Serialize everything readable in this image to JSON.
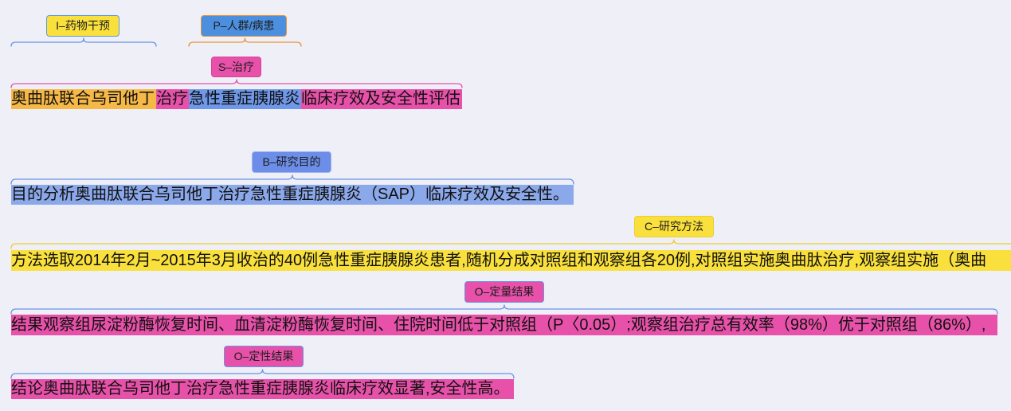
{
  "labels": {
    "intervention": "I–药物干预",
    "population": "P–人群/病患",
    "treatment": "S–治疗",
    "objective": "B–研究目的",
    "method": "C–研究方法",
    "quantitative_result": "O–定量结果",
    "qualitative_result": "O–定性结果"
  },
  "title_line": {
    "drug": "奥曲肽联合乌司他丁",
    "treatment": "治疗",
    "disease": "急性重症胰腺炎",
    "outcome": "临床疗效及安全性评估"
  },
  "objective_line": "目的分析奥曲肽联合乌司他丁治疗急性重症胰腺炎（SAP）临床疗效及安全性。",
  "method_line": "方法选取2014年2月~2015年3月收治的40例急性重症胰腺炎患者,随机分成对照组和观察组各20例,对照组实施奥曲肽治疗,观察组实施（奥曲",
  "result_line": "结果观察组尿淀粉酶恢复时间、血清淀粉酶恢复时间、住院时间低于对照组（P〈0.05）;观察组治疗总有效率（98%）优于对照组（86%）,",
  "conclusion_line": "结论奥曲肽联合乌司他丁治疗急性重症胰腺炎临床疗效显著,安全性高。",
  "colors": {
    "page_background": "#eff0f7",
    "yellow": "#f9e03c",
    "orange": "#f6b847",
    "pink": "#e751a9",
    "blue": "#6f98e8",
    "light_blue": "#8ba8ea",
    "tag_blue": "#4c8fde",
    "brace_blue": "#6a93e6",
    "brace_orange": "#e8933a",
    "brace_pink": "#e055a9",
    "brace_yellow": "#ebcd31"
  }
}
